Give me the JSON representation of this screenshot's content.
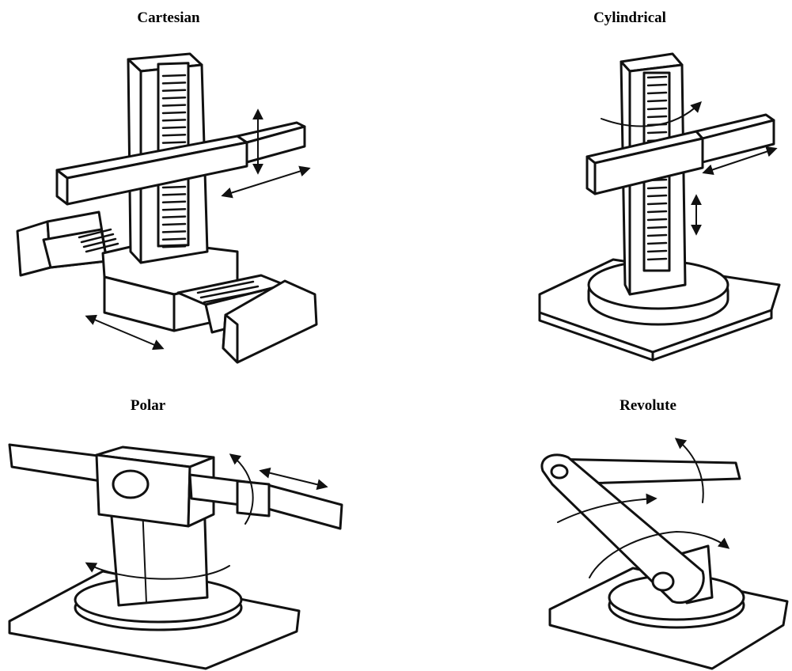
{
  "figures": [
    {
      "id": "cartesian",
      "label": "Cartesian"
    },
    {
      "id": "cylindrical",
      "label": "Cylindrical"
    },
    {
      "id": "polar",
      "label": "Polar"
    },
    {
      "id": "revolute",
      "label": "Revolute"
    }
  ]
}
